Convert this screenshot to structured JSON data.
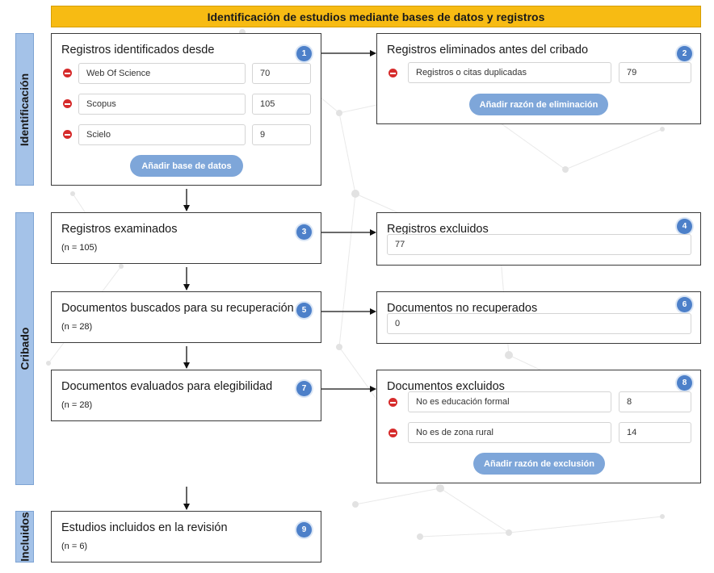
{
  "header": {
    "title": "Identificación de estudios mediante bases de datos y registros"
  },
  "phases": {
    "identificacion": "Identificación",
    "cribado": "Cribado",
    "incluidos": "Incluidos"
  },
  "colors": {
    "header": "#f7bb13",
    "phase": "#a4c2e8",
    "badge": "#4d80c9",
    "button": "#7ea6d9",
    "remove": "#d62b2b"
  },
  "boxes": {
    "b1": {
      "badge": "1",
      "title": "Registros identificados desde",
      "rows": [
        {
          "label": "Web Of Science",
          "value": "70"
        },
        {
          "label": "Scopus",
          "value": "105"
        },
        {
          "label": "Scielo",
          "value": "9"
        }
      ],
      "button": "Añadir base de datos"
    },
    "b2": {
      "badge": "2",
      "title": "Registros eliminados antes del cribado",
      "rows": [
        {
          "label": "Registros o citas duplicadas",
          "value": "79"
        }
      ],
      "button": "Añadir razón de eliminación"
    },
    "b3": {
      "badge": "3",
      "title": "Registros examinados",
      "n": "(n = 105)"
    },
    "b4": {
      "badge": "4",
      "title": "Registros excluidos",
      "value": "77"
    },
    "b5": {
      "badge": "5",
      "title": "Documentos buscados para su recuperación",
      "n": "(n = 28)"
    },
    "b6": {
      "badge": "6",
      "title": "Documentos no recuperados",
      "value": "0"
    },
    "b7": {
      "badge": "7",
      "title": "Documentos evaluados para elegibilidad",
      "n": "(n = 28)"
    },
    "b8": {
      "badge": "8",
      "title": "Documentos excluidos",
      "rows": [
        {
          "label": "No es educación formal",
          "value": "8"
        },
        {
          "label": "No es de zona rural",
          "value": "14"
        }
      ],
      "button": "Añadir razón de exclusión"
    },
    "b9": {
      "badge": "9",
      "title": "Estudios incluidos en la revisión",
      "n": "(n = 6)"
    }
  }
}
